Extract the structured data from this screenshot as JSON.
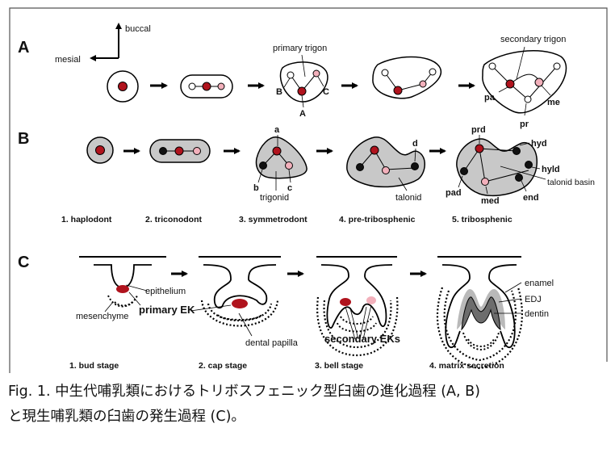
{
  "figure": {
    "panel_a": {
      "label": "A",
      "orientation": {
        "buccal": "buccal",
        "mesial": "mesial"
      },
      "primary_trigon": "primary trigon",
      "secondary_trigon": "secondary trigon",
      "cusps_primary": {
        "a": "A",
        "b": "B",
        "c": "C"
      },
      "cusps_secondary": {
        "pa": "pa",
        "pr": "pr",
        "me": "me"
      }
    },
    "panel_b": {
      "label": "B",
      "cusps": {
        "a": "a",
        "b": "b",
        "c": "c",
        "d": "d",
        "prd": "prd",
        "hyd": "hyd",
        "hyld": "hyld",
        "pad": "pad",
        "med": "med",
        "end": "end"
      },
      "region_labels": {
        "trigonid": "trigonid",
        "talonid": "talonid",
        "talonid_basin": "talonid basin"
      },
      "stages": [
        "1. haplodont",
        "2. triconodont",
        "3. symmetrodont",
        "4. pre-tribosphenic",
        "5. tribosphenic"
      ]
    },
    "panel_c": {
      "label": "C",
      "tissue_labels": {
        "epithelium": "epithelium",
        "mesenchyme": "mesenchyme",
        "primary_ek": "primary EK",
        "dental_papilla": "dental papilla",
        "secondary_eks": "secondary EKs",
        "enamel": "enamel",
        "edj": "EDJ",
        "dentin": "dentin"
      },
      "stages": [
        "1. bud stage",
        "2. cap stage",
        "3. bell stage",
        "4. matrix secretion"
      ]
    },
    "colors": {
      "primary_cusp": "#b0131d",
      "secondary_cusp": "#f2b0bb",
      "crown_fill": "#c8c8c8",
      "enamel": "#b9b9b9",
      "dentin": "#6d6d6d",
      "frame": "#555555"
    }
  },
  "caption": {
    "line1": "Fig. 1. 中生代哺乳類におけるトリボスフェニック型臼歯の進化過程 (A, B)",
    "line2": "と現生哺乳類の臼歯の発生過程 (C)。"
  }
}
